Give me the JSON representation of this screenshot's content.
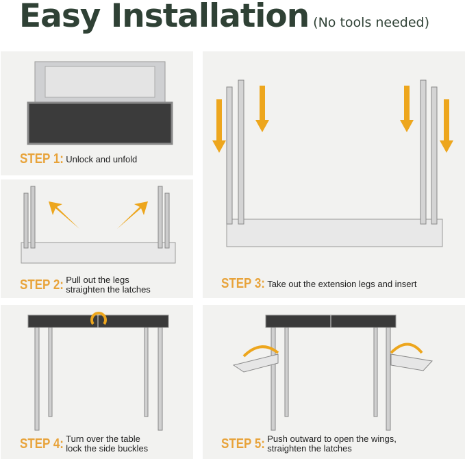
{
  "header": {
    "title": "Easy Installation",
    "subtitle": "(No tools needed)"
  },
  "steps": [
    {
      "label": "STEP 1:",
      "lines": [
        "Unlock and unfold"
      ]
    },
    {
      "label": "STEP 2:",
      "lines": [
        "Pull out the legs",
        "straighten the latches"
      ]
    },
    {
      "label": "STEP 3:",
      "lines": [
        "Take out the extension legs and insert"
      ]
    },
    {
      "label": "STEP 4:",
      "lines": [
        "Turn over the table",
        "lock the side buckles"
      ]
    },
    {
      "label": "STEP 5:",
      "lines": [
        "Push outward to open the wings,",
        "straighten the latches"
      ]
    }
  ],
  "colors": {
    "title": "#2f4135",
    "accent": "#e8a33a",
    "panel": "#f2f2f0",
    "tabletop": "#3a3a3a"
  }
}
